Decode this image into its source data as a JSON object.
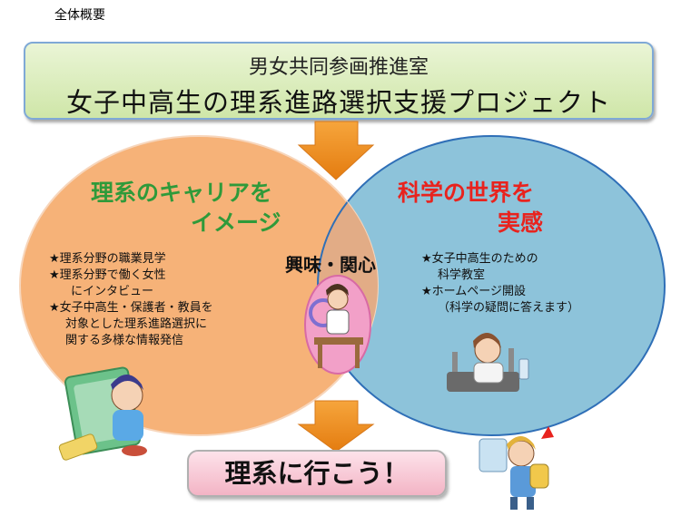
{
  "page": {
    "heading": "全体概要"
  },
  "banner": {
    "line1": "男女共同参画推進室",
    "line2": "女子中高生の理系進路選択支援プロジェクト"
  },
  "left_circle": {
    "title_line1": "理系のキャリアを",
    "title_line2": "イメージ",
    "items": [
      "★理系分野の職業見学",
      "★理系分野で働く女性",
      "にインタビュー",
      "★女子中高生・保護者・教員を",
      "対象とした理系進路選択に",
      "関する多様な情報発信"
    ],
    "color": "#f6b278"
  },
  "right_circle": {
    "title_line1": "科学の世界を",
    "title_line2": "実感",
    "items": [
      "★女子中高生のための",
      "科学教室",
      "★ホームページ開設",
      "（科学の疑問に答えます）"
    ],
    "color": "#8dc3da"
  },
  "overlap": {
    "label": "興味・関心"
  },
  "goal": {
    "label": "理系に行こう！"
  },
  "colors": {
    "arrow": "#f28f1f",
    "left_title": "#2f9a3a",
    "right_title": "#e8231e"
  }
}
